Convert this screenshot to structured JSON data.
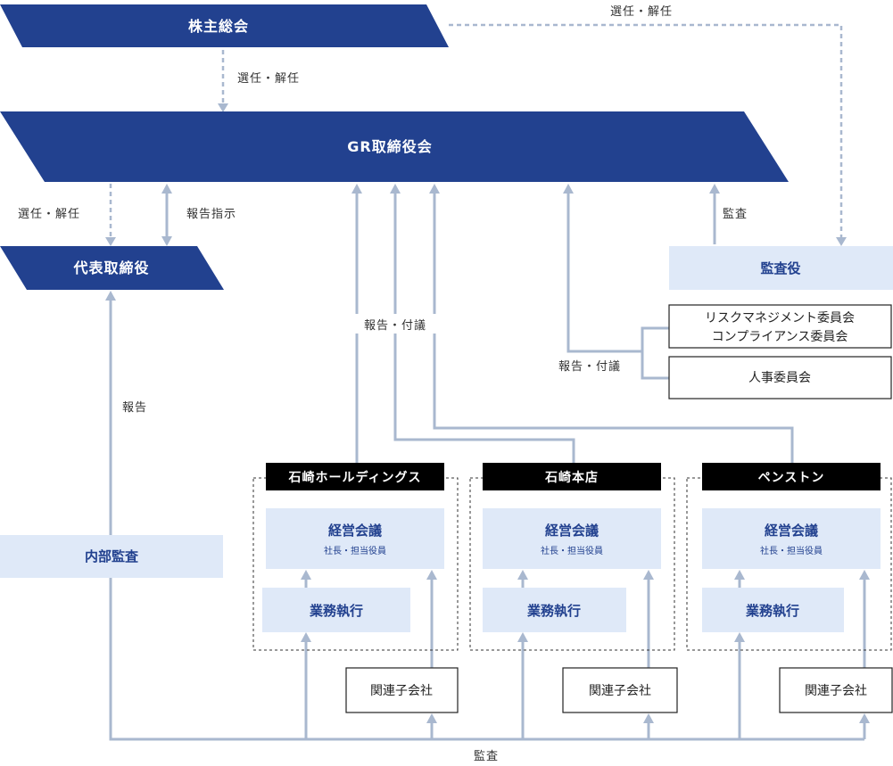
{
  "nodes": {
    "shareholders": "株主総会",
    "board": "GR取締役会",
    "ceo": "代表取締役",
    "auditor": "監査役",
    "risk_committee_line1": "リスクマネジメント委員会",
    "risk_committee_line2": "コンプライアンス委員会",
    "hr_committee": "人事委員会",
    "internal_audit": "内部監査"
  },
  "labels": {
    "elect_dismiss_top": "選任・解任",
    "elect_dismiss_mid": "選任・解任",
    "elect_dismiss_left": "選任・解任",
    "report_instruct": "報告指示",
    "audit_board": "監査",
    "report_propose_center": "報告・付議",
    "report_propose_right": "報告・付議",
    "report_left": "報告",
    "audit_bottom": "監査"
  },
  "companies": [
    {
      "name": "石崎ホールディングス",
      "meeting": "経営会議",
      "members": "社長・担当役員",
      "execution": "業務執行",
      "affiliates": "関連子会社"
    },
    {
      "name": "石崎本店",
      "meeting": "経営会議",
      "members": "社長・担当役員",
      "execution": "業務執行",
      "affiliates": "関連子会社"
    },
    {
      "name": "ペンストン",
      "meeting": "経営会議",
      "members": "社長・担当役員",
      "execution": "業務執行",
      "affiliates": "関連子会社"
    }
  ],
  "colors": {
    "navy": "#22418f",
    "light_blue": "#dfe9f8",
    "connector": "#a9b8cf",
    "black": "#000000"
  }
}
